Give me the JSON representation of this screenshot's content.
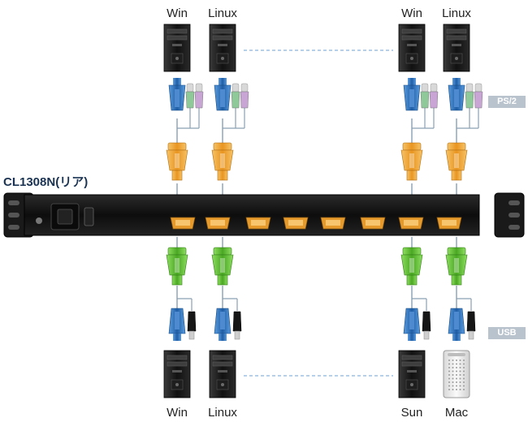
{
  "model_label": "CL1308N(リア)",
  "top_computers": [
    {
      "label": "Win"
    },
    {
      "label": "Linux"
    },
    {
      "label": "Win"
    },
    {
      "label": "Linux"
    }
  ],
  "bottom_computers": [
    {
      "label": "Win"
    },
    {
      "label": "Linux"
    },
    {
      "label": "Sun"
    },
    {
      "label": "Mac"
    }
  ],
  "tags": {
    "ps2": "PS/2",
    "usb": "USB"
  },
  "colors": {
    "vga_blue": "#2f6fb3",
    "ps2_green": "#8fc99a",
    "ps2_purple": "#c9a5d6",
    "adapter_orange": "#f0a933",
    "adapter_green": "#63c23a",
    "port_orange": "#e79a2c",
    "chassis": "#161616",
    "dash_line": "#8ab4de"
  }
}
